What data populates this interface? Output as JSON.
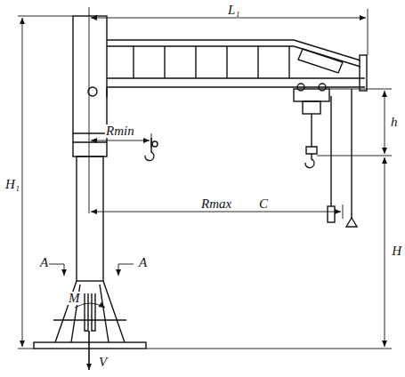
{
  "diagram": {
    "labels": [
      "L₁",
      "H₁",
      "h",
      "Rmin",
      "Rmax",
      "C",
      "H",
      "A",
      "A",
      "M",
      "V"
    ]
  }
}
